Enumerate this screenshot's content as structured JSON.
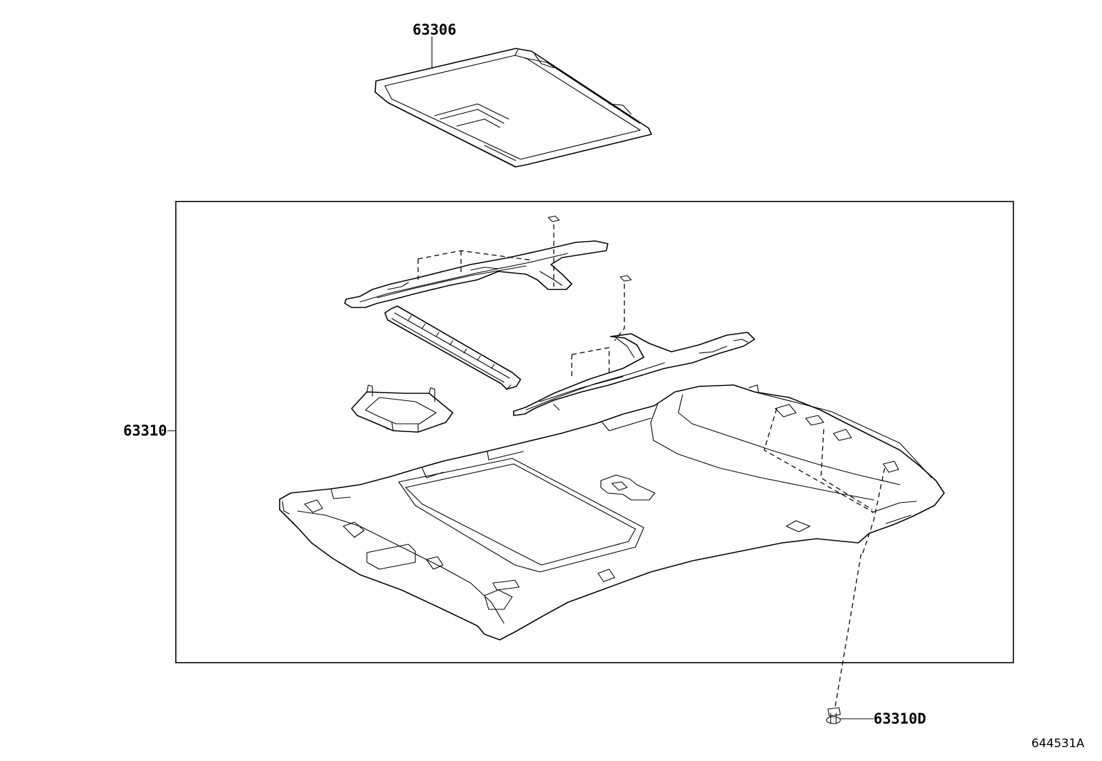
{
  "parts": {
    "sunshade": "63306",
    "headliner_assy": "63310",
    "clip": "63310D"
  },
  "diagram_id": "644531A"
}
